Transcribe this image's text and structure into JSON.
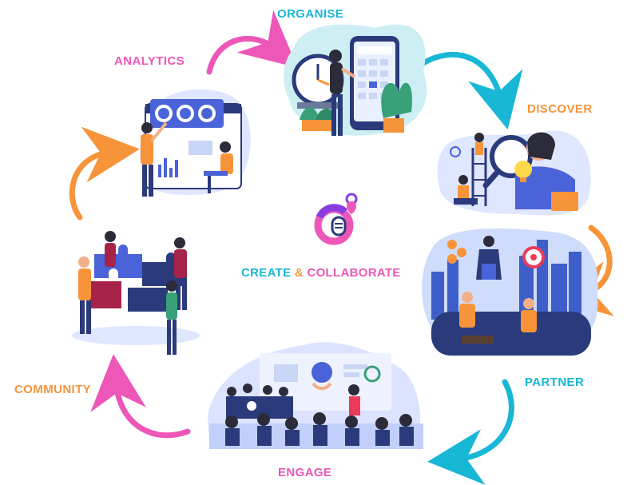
{
  "center": {
    "word_create": "CREATE",
    "ampersand": "&",
    "word_collaborate": "COLLABORATE",
    "logo_icon": "location-pin-microphone-logo"
  },
  "stages": {
    "organise": "ORGANISE",
    "discover": "DISCOVER",
    "partner": "PARTNER",
    "engage": "ENGAGE",
    "community": "COMMUNITY",
    "analytics": "ANALYTICS"
  },
  "colors": {
    "cyan": "#19b7d6",
    "orange": "#f7943a",
    "pink": "#ec57b8",
    "navy": "#2b3a7a",
    "blue": "#4a63d8"
  },
  "illustrations": {
    "organise": "person-calendar-clock-illustration",
    "discover": "magnifier-lightbulb-illustration",
    "partner": "business-partners-city-illustration",
    "engage": "conference-audience-illustration",
    "community": "puzzle-team-illustration",
    "analytics": "dashboard-analytics-illustration"
  }
}
